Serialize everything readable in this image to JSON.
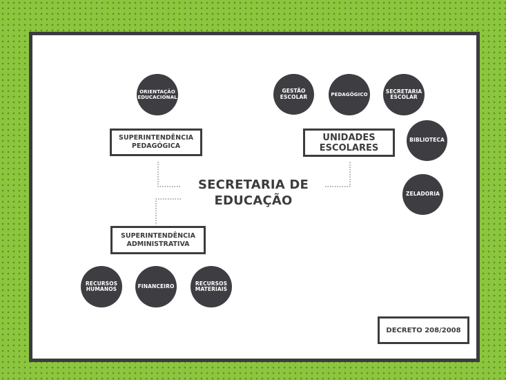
{
  "title_line1": "SECRETARIA DE",
  "title_line2": "EDUCAÇÃO",
  "sup_ped": "SUPERINTENDÊNCIA PEDAGÓGICA",
  "sup_adm": "SUPERINTENDÊNCIA ADMINISTRATIVA",
  "unidades": "UNIDADES ESCOLARES",
  "orientacao": "ORIENTAÇÃO EDUCACIONAL",
  "gestao": "GESTÃO ESCOLAR",
  "pedagogico": "PEDAGÓGICO",
  "secretaria": "SECRETARIA ESCOLAR",
  "biblioteca": "BIBLIOTECA",
  "zeladoria": "ZELADORIA",
  "recursos_humanos": "RECURSOS HUMANOS",
  "financeiro": "FINANCEIRO",
  "recursos_materiais": "RECURSOS MATERIAIS",
  "decreto": "DECRETO 208/2008",
  "colors": {
    "background": "#8cc63f",
    "dark": "#3e3e42",
    "card": "#ffffff"
  }
}
